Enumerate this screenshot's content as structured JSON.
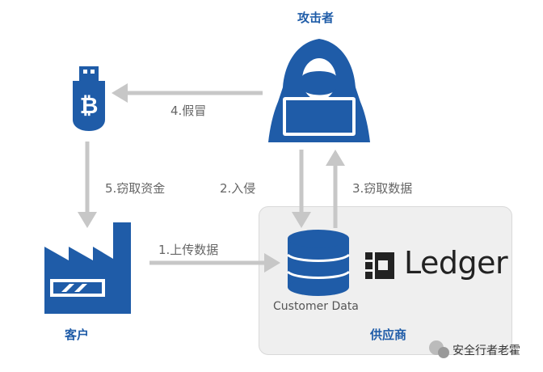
{
  "colors": {
    "primary_blue": "#1f5ca8",
    "arrow_gray": "#c7c7c7",
    "box_gray": "#efefef"
  },
  "actors": {
    "attacker": "攻击者",
    "customer": "客户",
    "supplier": "供应商"
  },
  "steps": {
    "s1": "1.上传数据",
    "s2": "2.入侵",
    "s3": "3.窃取数据",
    "s4": "4.假冒",
    "s5": "5.窃取资金"
  },
  "supplier": {
    "logo_text": "Ledger",
    "db_label": "Customer Data"
  },
  "icons": {
    "attacker": "hooded-hacker-icon",
    "wallet": "bitcoin-usb-wallet-icon",
    "customer": "factory-icon",
    "database": "database-icon",
    "logo": "ledger-logo-icon",
    "watermark": "wechat-icon"
  },
  "watermark": {
    "text": "安全行者老霍"
  }
}
